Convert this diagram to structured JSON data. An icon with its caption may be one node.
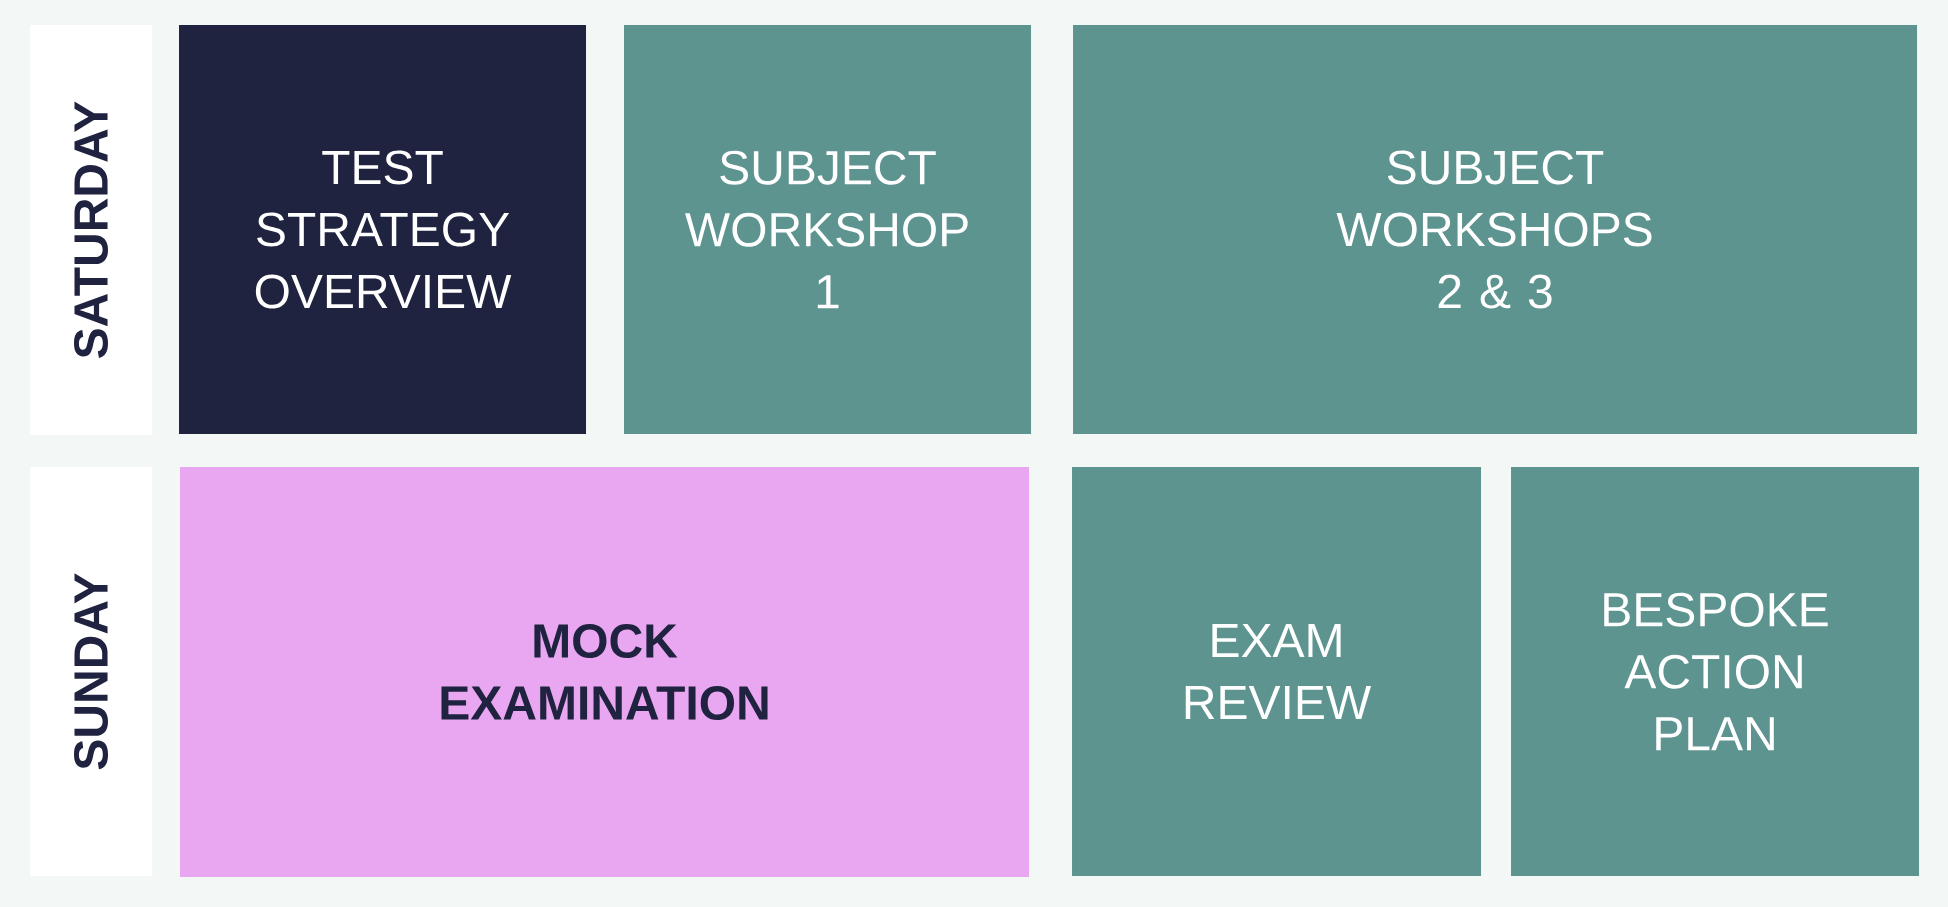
{
  "diagram": {
    "nodes": [
      {
        "text": [
          "SATURDAY"
        ]
      },
      {
        "text": [
          "TEST STRATEGY OVERVIEW"
        ]
      },
      {
        "text": [
          "SUBJECT WORKSHOP 1"
        ]
      },
      {
        "text": [
          "SUBJECT WORKSHOPS 2 & 3"
        ]
      },
      {
        "text": [
          "SUNDAY"
        ]
      },
      {
        "text": [
          "MOCK EXAMINATION"
        ]
      },
      {
        "text": [
          "EXAM REVIEW"
        ]
      },
      {
        "text": [
          "BESPOKE ACTION PLAN"
        ]
      }
    ]
  }
}
